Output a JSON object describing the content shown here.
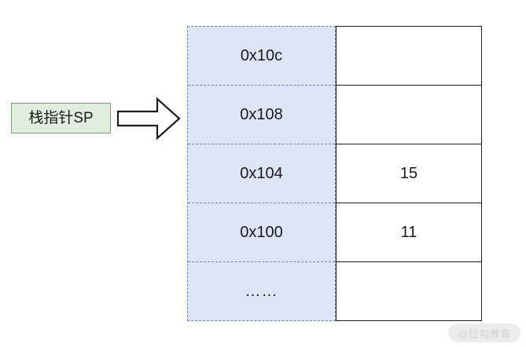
{
  "diagram": {
    "title": "stack-pointer-memory-diagram",
    "pointer": {
      "label": "栈指针SP",
      "icon": "right-block-arrow-icon",
      "points_to_row_index": 1,
      "box_fill": "#dfeedd",
      "box_border": "#7ba56f"
    },
    "memory_table": {
      "address_column": {
        "fill": "#dbe5f5",
        "border": "#5f86c7",
        "border_style": "dashed"
      },
      "value_column": {
        "fill": "#ffffff",
        "border": "#1c1c1c",
        "border_style": "solid"
      },
      "rows": [
        {
          "address": "0x10c",
          "value": ""
        },
        {
          "address": "0x108",
          "value": ""
        },
        {
          "address": "0x104",
          "value": "15"
        },
        {
          "address": "0x100",
          "value": "11"
        },
        {
          "address": "……",
          "value": ""
        }
      ]
    }
  },
  "watermark": {
    "text": "@拉勾教育"
  }
}
